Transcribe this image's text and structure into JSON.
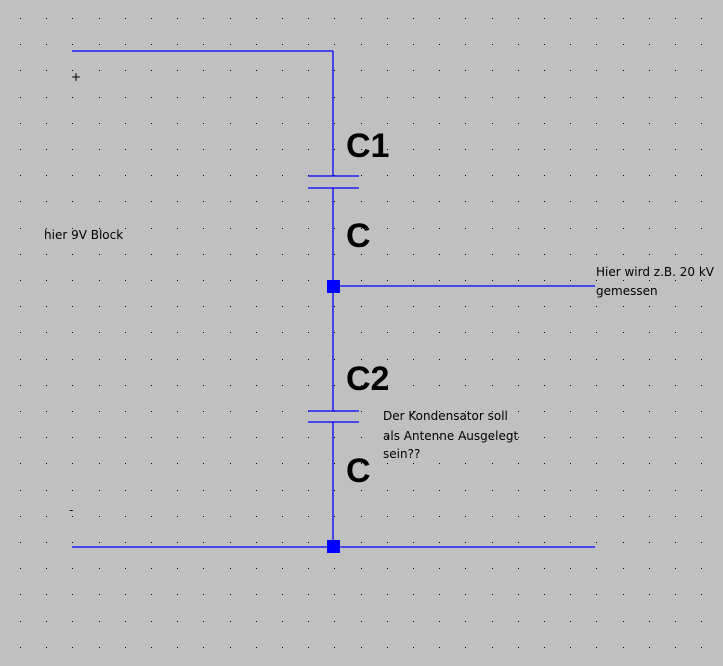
{
  "colors": {
    "background": "#c0c0c0",
    "wire": "#0000ff",
    "dot": "#000000",
    "text": "#000000"
  },
  "labels": {
    "plus": "+",
    "minus": "-",
    "battery": "hier 9V Block",
    "c1_name": "C1",
    "c1_value": "C",
    "c2_name": "C2",
    "c2_value": "C",
    "measure_line1": "Hier wird z.B. 20 kV",
    "measure_line2": "gemessen",
    "antenna_line1": "Der Kondensator soll",
    "antenna_line2": "als Antenne Ausgelegt",
    "antenna_line3": "sein??"
  }
}
